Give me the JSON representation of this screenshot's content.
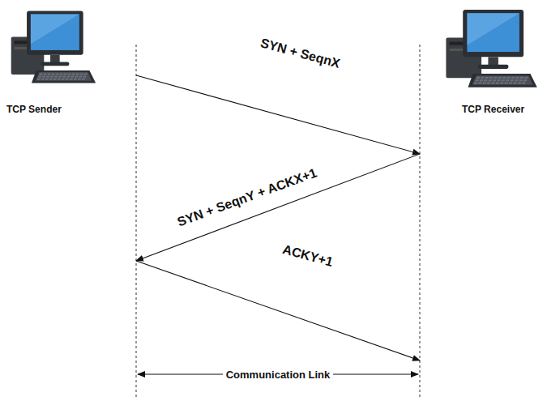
{
  "diagram": {
    "nodes": [
      {
        "text": [
          "TCP Sender"
        ]
      },
      {
        "text": [
          "TCP Receiver"
        ]
      }
    ],
    "edges": [
      {
        "from": 0,
        "to": 1,
        "arrow": "to",
        "label": "SYN + SeqnX"
      },
      {
        "from": 1,
        "to": 0,
        "arrow": "to",
        "label": "SYN + SeqnY + ACKX+1"
      },
      {
        "from": 0,
        "to": 1,
        "arrow": "to",
        "label": "ACKY+1"
      }
    ],
    "labels": [
      "Communication Link"
    ]
  }
}
